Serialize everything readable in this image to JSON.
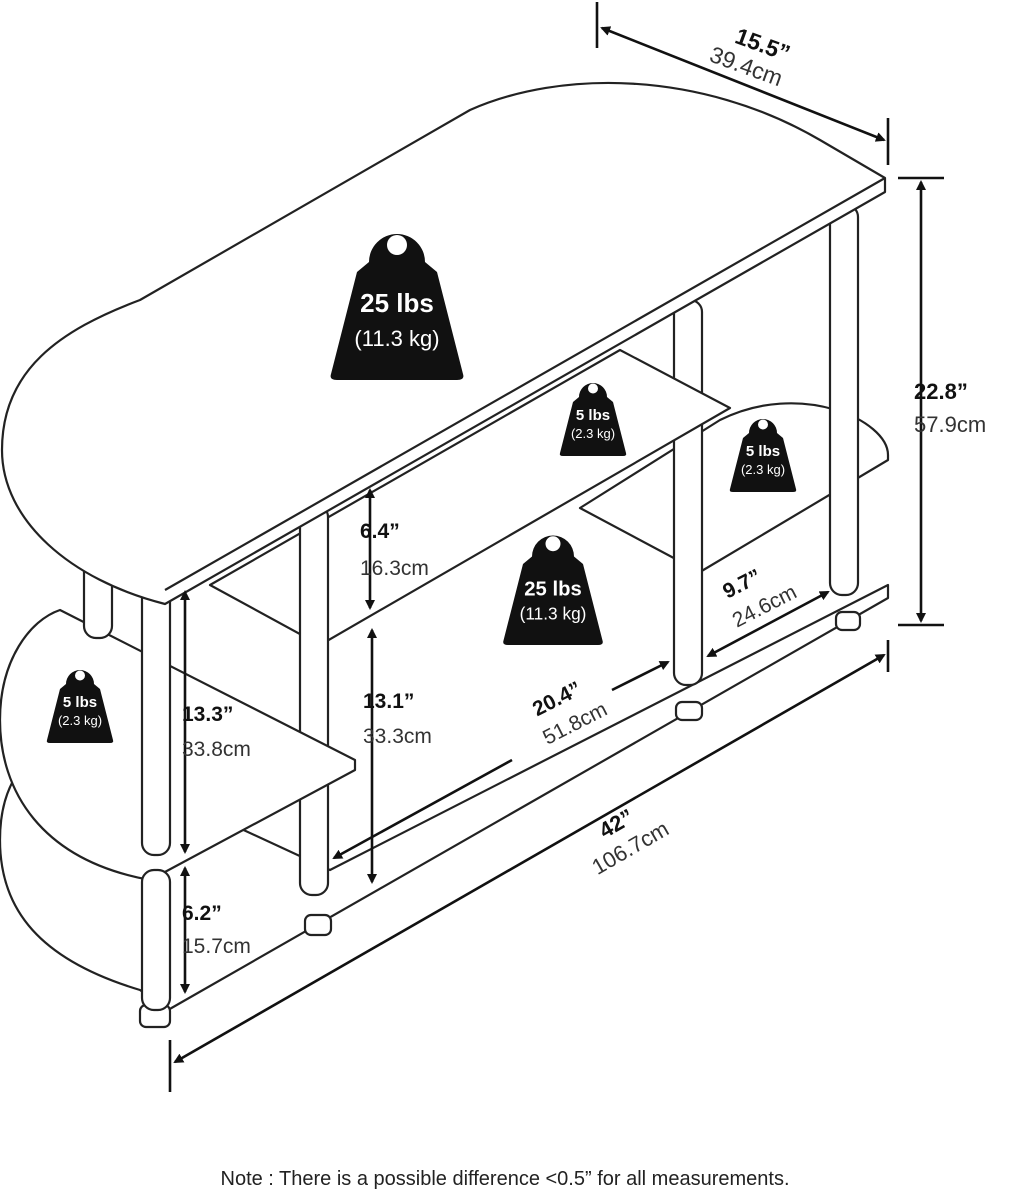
{
  "diagram": {
    "dimensions": {
      "depth": {
        "in": "15.5”",
        "cm": "39.4cm"
      },
      "height": {
        "in": "22.8”",
        "cm": "57.9cm"
      },
      "width": {
        "in": "42”",
        "cm": "106.7cm"
      },
      "top_gap": {
        "in": "6.4”",
        "cm": "16.3cm"
      },
      "left_gap": {
        "in": "13.3”",
        "cm": "33.8cm"
      },
      "mid_gap": {
        "in": "13.1”",
        "cm": "33.3cm"
      },
      "bottom_gap": {
        "in": "6.2”",
        "cm": "15.7cm"
      },
      "inner_width": {
        "in": "20.4”",
        "cm": "51.8cm"
      },
      "side_depth": {
        "in": "9.7”",
        "cm": "24.6cm"
      }
    },
    "weights": {
      "top": {
        "lbs": "25 lbs",
        "kg": "(11.3 kg)"
      },
      "middle": {
        "lbs": "25 lbs",
        "kg": "(11.3 kg)"
      },
      "upper_center": {
        "lbs": "5 lbs",
        "kg": "(2.3 kg)"
      },
      "upper_right": {
        "lbs": "5 lbs",
        "kg": "(2.3 kg)"
      },
      "left": {
        "lbs": "5 lbs",
        "kg": "(2.3 kg)"
      }
    }
  },
  "note": "Note : There is a possible difference <0.5” for all measurements."
}
